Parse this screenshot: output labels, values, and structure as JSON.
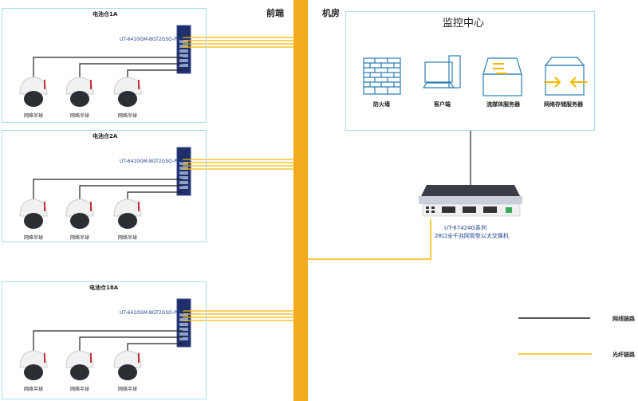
{
  "sections": {
    "front": "前端",
    "room": "机房"
  },
  "zones": [
    {
      "title": "电池仓1A",
      "switch": "UT-6410GM-8GT2GSO-POE",
      "cameras": [
        "网络半球",
        "网络半球",
        "网络半球"
      ]
    },
    {
      "title": "电池仓2A",
      "switch": "UT-6410GM-8GT2GSO-POE",
      "cameras": [
        "网络半球",
        "网络半球",
        "网络半球"
      ]
    },
    {
      "title": "电池仓18A",
      "switch": "UT-6410GM-8GT2GSO-POE",
      "cameras": [
        "网络半球",
        "网络半球",
        "网络半球"
      ]
    }
  ],
  "center": {
    "title": "监控中心",
    "items": [
      "防火墙",
      "客户端",
      "流媒体服务器",
      "网络存储服务器"
    ]
  },
  "core_switch": {
    "model": "UT-67424G系列",
    "desc": "28口全千兆网管型以太交换机"
  },
  "legend": [
    {
      "label": "网线链路",
      "color": "#222222"
    },
    {
      "label": "光纤链路",
      "color": "#f5b800"
    }
  ],
  "colors": {
    "fiber": "#f5b800",
    "trunk": "#f2ac1b",
    "icon": "#2a7db5",
    "zone_border": "#a8dcef"
  }
}
